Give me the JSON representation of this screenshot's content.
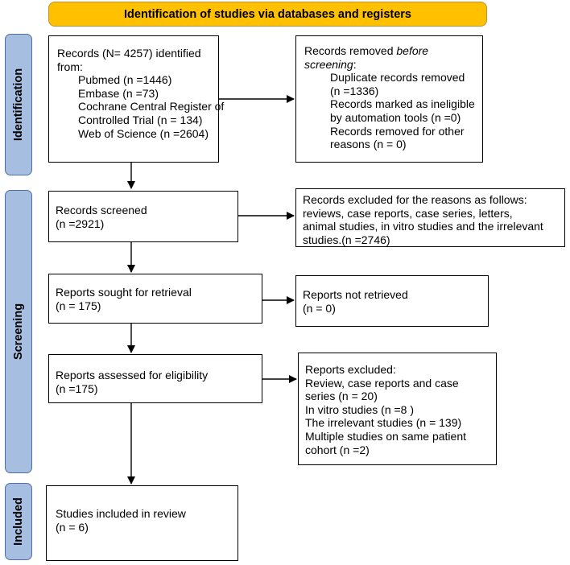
{
  "header": "Identification of studies via databases and registers",
  "phases": {
    "identification": "Identification",
    "screening": "Screening",
    "included": "Included"
  },
  "records_identified": {
    "line1": "Records (N= 4257) identified",
    "line2": "from:",
    "sources": [
      "Pubmed (n =1446)",
      "Embase (n =73)",
      "Cochrane Central Register of",
      "Controlled Trial (n = 134)",
      "Web of Science (n =2604)"
    ]
  },
  "records_removed": {
    "line1_prefix": "Records removed ",
    "line1_italic": "before",
    "line2_italic": "screening",
    "line2_suffix": ":",
    "items": [
      "Duplicate records removed",
      "(n =1336)",
      "Records marked as ineligible",
      "by automation tools (n =0)",
      "Records removed for other",
      "reasons (n = 0)"
    ]
  },
  "records_screened": {
    "line1": "Records screened",
    "line2": "(n =2921)"
  },
  "records_excluded": [
    "Records excluded for the reasons as follows:",
    "reviews, case reports, case series, letters,",
    "animal studies, in vitro studies and the irrelevant",
    "studies.(n =2746)"
  ],
  "reports_sought": {
    "line1": "Reports sought for retrieval",
    "line2": "(n = 175)"
  },
  "reports_not_retrieved": {
    "line1": "Reports not retrieved",
    "line2": "(n = 0)"
  },
  "reports_assessed": {
    "line1": "Reports assessed for eligibility",
    "line2": "(n =175)"
  },
  "reports_excluded": [
    "Reports excluded:",
    "Review, case reports and case",
    "series (n = 20)",
    "In vitro studies (n =8 )",
    "The irrelevant studies (n = 139)",
    "Multiple studies on same patient",
    "cohort (n =2)"
  ],
  "included": {
    "line1": "Studies included in review",
    "line2": "(n = 6)"
  },
  "colors": {
    "header_fill": "#FFC000",
    "phase_fill": "#A6BFE0",
    "phase_border": "#4F6E9E"
  }
}
